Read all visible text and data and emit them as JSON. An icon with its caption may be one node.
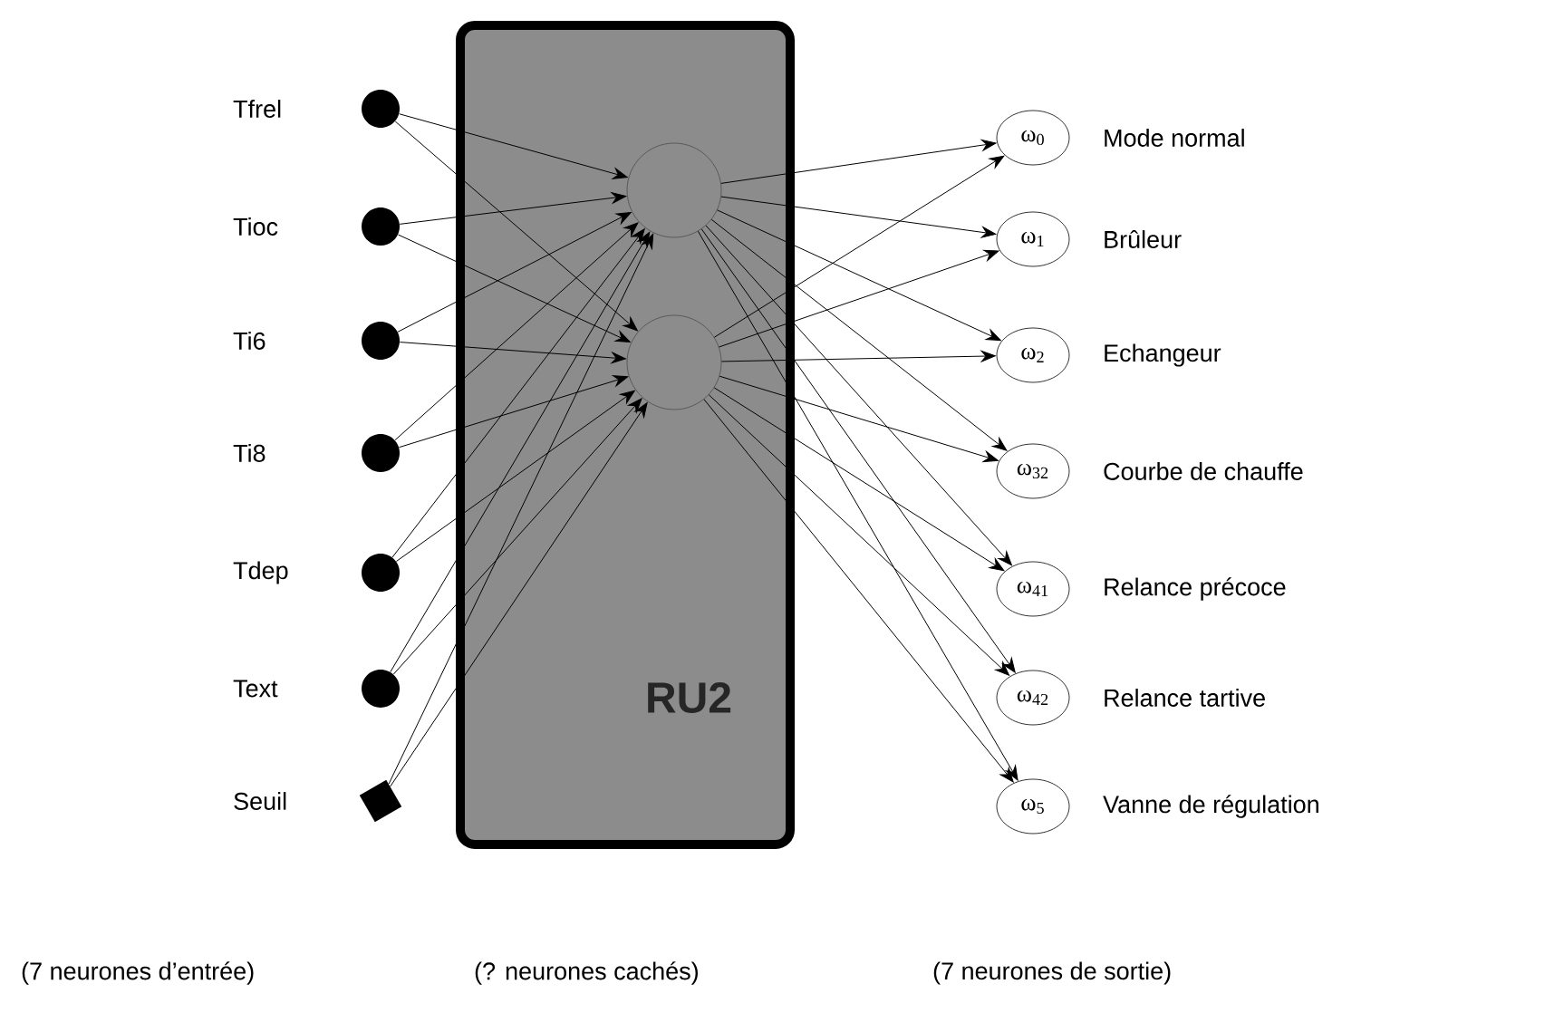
{
  "diagram": {
    "nodes": [
      {
        "text": [],
        "shape": "circle",
        "beside": [
          "Tfrel"
        ]
      },
      {
        "text": [],
        "shape": "circle",
        "beside": [
          "Tioc"
        ]
      },
      {
        "text": [],
        "shape": "circle",
        "beside": [
          "Ti6"
        ]
      },
      {
        "text": [],
        "shape": "circle",
        "beside": [
          "Ti8"
        ]
      },
      {
        "text": [],
        "shape": "circle",
        "beside": [
          "Tdep"
        ]
      },
      {
        "text": [],
        "shape": "circle",
        "beside": [
          "Text"
        ]
      },
      {
        "text": [],
        "shape": "box",
        "beside": [
          "Seuil"
        ]
      },
      {
        "text": [
          "RU2"
        ]
      },
      {
        "text": [],
        "shape": "circle",
        "in": 7
      },
      {
        "text": [],
        "shape": "circle",
        "in": 7
      },
      {
        "text": [
          "ω$_{0}$"
        ],
        "beside": [
          "Mode normal"
        ]
      },
      {
        "text": [
          "ω$_{1}$"
        ],
        "beside": [
          "Brûleur"
        ]
      },
      {
        "text": [
          "ω$_{2}$"
        ],
        "beside": [
          "Echangeur"
        ]
      },
      {
        "text": [
          "ω$_{32}$"
        ],
        "beside": [
          "Courbe de chauffe"
        ]
      },
      {
        "text": [
          "ω$_{41}$"
        ],
        "beside": [
          "Relance précoce"
        ]
      },
      {
        "text": [
          "ω$_{42}$"
        ],
        "beside": [
          "Relance tartive"
        ]
      },
      {
        "text": [
          "ω$_{5}$"
        ],
        "beside": [
          "Vanne de régulation"
        ]
      }
    ],
    "edges": [
      {
        "from": 0,
        "to": 8,
        "arrow": "to"
      },
      {
        "from": 0,
        "to": 9,
        "arrow": "to"
      },
      {
        "from": 1,
        "to": 8,
        "arrow": "to"
      },
      {
        "from": 1,
        "to": 9,
        "arrow": "to"
      },
      {
        "from": 2,
        "to": 8,
        "arrow": "to"
      },
      {
        "from": 2,
        "to": 9,
        "arrow": "to"
      },
      {
        "from": 3,
        "to": 8,
        "arrow": "to"
      },
      {
        "from": 3,
        "to": 9,
        "arrow": "to"
      },
      {
        "from": 4,
        "to": 8,
        "arrow": "to"
      },
      {
        "from": 4,
        "to": 9,
        "arrow": "to"
      },
      {
        "from": 5,
        "to": 8,
        "arrow": "to"
      },
      {
        "from": 5,
        "to": 9,
        "arrow": "to"
      },
      {
        "from": 6,
        "to": 8,
        "arrow": "to"
      },
      {
        "from": 6,
        "to": 9,
        "arrow": "to"
      },
      {
        "from": 8,
        "to": 10,
        "arrow": "to"
      },
      {
        "from": 9,
        "to": 10,
        "arrow": "to"
      },
      {
        "from": 8,
        "to": 11,
        "arrow": "to"
      },
      {
        "from": 9,
        "to": 11,
        "arrow": "to"
      },
      {
        "from": 8,
        "to": 12,
        "arrow": "to"
      },
      {
        "from": 9,
        "to": 12,
        "arrow": "to"
      },
      {
        "from": 8,
        "to": 13,
        "arrow": "to"
      },
      {
        "from": 9,
        "to": 13,
        "arrow": "to"
      },
      {
        "from": 8,
        "to": 14,
        "arrow": "to"
      },
      {
        "from": 9,
        "to": 14,
        "arrow": "to"
      },
      {
        "from": 8,
        "to": 15,
        "arrow": "to"
      },
      {
        "from": 9,
        "to": 15,
        "arrow": "to"
      },
      {
        "from": 8,
        "to": 16,
        "arrow": "to"
      },
      {
        "from": 9,
        "to": 16,
        "arrow": "to"
      }
    ],
    "labels": [
      "(7 neurones d’entrée)",
      "(? neurones cachés)",
      "(7 neurones de sortie)"
    ]
  }
}
